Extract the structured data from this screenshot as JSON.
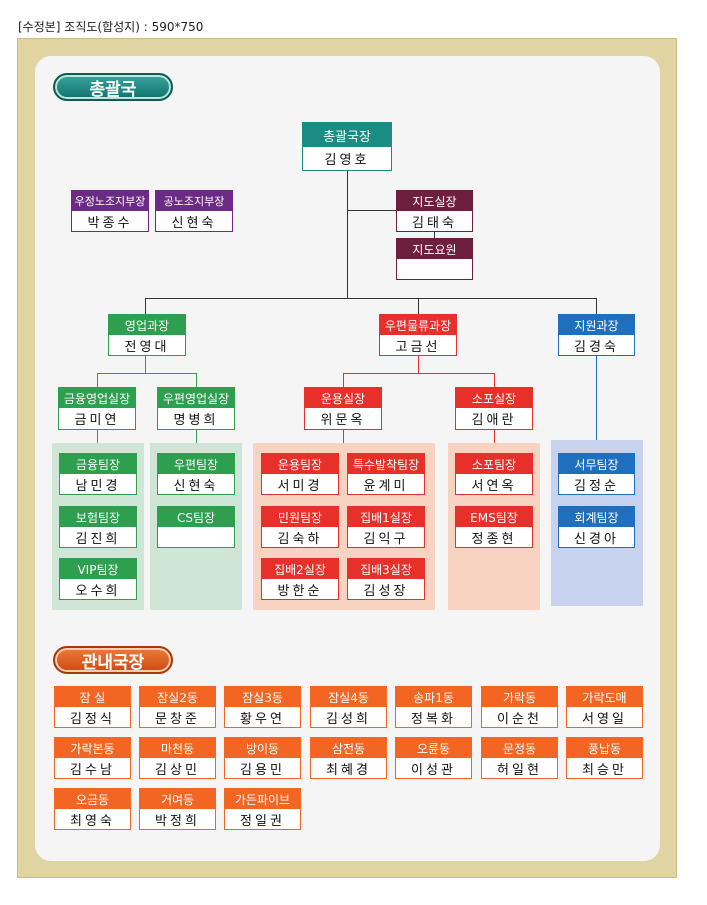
{
  "caption": "[수정본] 조직도(합성지) : 590*750",
  "colors": {
    "teal": "#1b8c82",
    "maroon": "#6e1f3d",
    "purple": "#6b2a85",
    "green": "#2e9e4f",
    "red": "#e8302b",
    "blue": "#1f6fbf",
    "orange": "#f26522",
    "area_green": "#cfe6d6",
    "area_orange": "#f9d3c1",
    "area_blue": "#c7d3ee",
    "frame": "#e0d4a2"
  },
  "sections": {
    "main_title": "총괄국",
    "sub_title": "관내국장"
  },
  "director": {
    "title": "총괄국장",
    "name": "김영호"
  },
  "unions": [
    {
      "title": "우정노조지부장",
      "name": "박종수"
    },
    {
      "title": "공노조지부장",
      "name": "신현숙"
    }
  ],
  "guidance": {
    "title": "지도실장",
    "name": "김태숙"
  },
  "guidance_staff": {
    "title": "지도요원",
    "name": ""
  },
  "departments": {
    "sales": {
      "title": "영업과장",
      "name": "전영대"
    },
    "logistics": {
      "title": "우편물류과장",
      "name": "고금선"
    },
    "support": {
      "title": "지원과장",
      "name": "김경숙"
    }
  },
  "offices": {
    "finance_sales": {
      "title": "금융영업실장",
      "name": "금미연"
    },
    "postal_sales": {
      "title": "우편영업실장",
      "name": "명병희"
    },
    "operation": {
      "title": "운용실장",
      "name": "위문옥"
    },
    "parcel": {
      "title": "소포실장",
      "name": "김애란"
    }
  },
  "teams": {
    "finance": {
      "title": "금융팀장",
      "name": "남민경"
    },
    "insurance": {
      "title": "보험팀장",
      "name": "김진희"
    },
    "vip": {
      "title": "VIP팀장",
      "name": "오수희"
    },
    "postal": {
      "title": "우편팀장",
      "name": "신현숙"
    },
    "cs": {
      "title": "CS팀장",
      "name": ""
    },
    "operation": {
      "title": "운용팀장",
      "name": "서미경"
    },
    "special": {
      "title": "특수발착팀장",
      "name": "윤계미"
    },
    "civil": {
      "title": "민원팀장",
      "name": "김숙하"
    },
    "delivery1": {
      "title": "집배1실장",
      "name": "김익구"
    },
    "delivery2": {
      "title": "집배2실장",
      "name": "방한순"
    },
    "delivery3": {
      "title": "집배3실장",
      "name": "김성장"
    },
    "parcel": {
      "title": "소포팀장",
      "name": "서연옥"
    },
    "ems": {
      "title": "EMS팀장",
      "name": "정종현"
    },
    "general": {
      "title": "서무팀장",
      "name": "김정순"
    },
    "accounting": {
      "title": "회계팀장",
      "name": "신경아"
    }
  },
  "local_offices": [
    {
      "title": "잠  실",
      "name": "김정식"
    },
    {
      "title": "잠실2동",
      "name": "문창준"
    },
    {
      "title": "잠실3동",
      "name": "황우연"
    },
    {
      "title": "잠실4동",
      "name": "김성희"
    },
    {
      "title": "송파1동",
      "name": "정복화"
    },
    {
      "title": "가락동",
      "name": "이순천"
    },
    {
      "title": "가락도매",
      "name": "서영일"
    },
    {
      "title": "가락본동",
      "name": "김수남"
    },
    {
      "title": "마천동",
      "name": "김상민"
    },
    {
      "title": "방이동",
      "name": "김용민"
    },
    {
      "title": "삼전동",
      "name": "최혜경"
    },
    {
      "title": "오륜동",
      "name": "이성관"
    },
    {
      "title": "문정동",
      "name": "허일현"
    },
    {
      "title": "풍납동",
      "name": "최승만"
    },
    {
      "title": "오금동",
      "name": "최영숙"
    },
    {
      "title": "거여동",
      "name": "박정희"
    },
    {
      "title": "가든파이브",
      "name": "정일권"
    }
  ]
}
